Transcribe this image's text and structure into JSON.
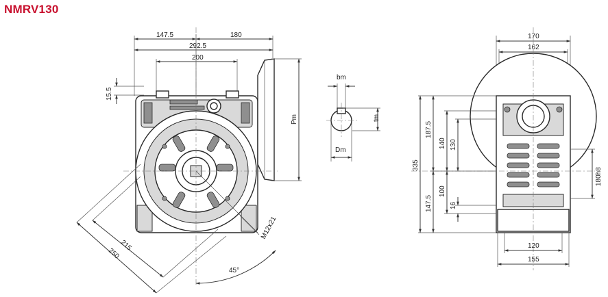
{
  "title": "NMRV130",
  "front_view": {
    "dims": {
      "top_left": "147.5",
      "top_right": "180",
      "overall": "292.5",
      "flange_span": "200",
      "top_offset": "15.5",
      "flange_diameter": "Pm",
      "diag_inner": "215",
      "diag_outer": "250",
      "bolt_thread": "M12x21",
      "angle": "45°"
    }
  },
  "shaft_detail": {
    "dims": {
      "key_width": "bm",
      "key_height": "tm",
      "diameter": "Dm"
    }
  },
  "side_view": {
    "dims": {
      "top_outer": "170",
      "top_inner": "162",
      "height_total": "335",
      "height_upper": "187.5",
      "height_lower": "147.5",
      "foot_a": "140",
      "foot_b": "130",
      "foot_c": "100",
      "foot_d": "16",
      "bore": "180h8",
      "bottom_inner": "120",
      "bottom_outer": "155"
    }
  }
}
